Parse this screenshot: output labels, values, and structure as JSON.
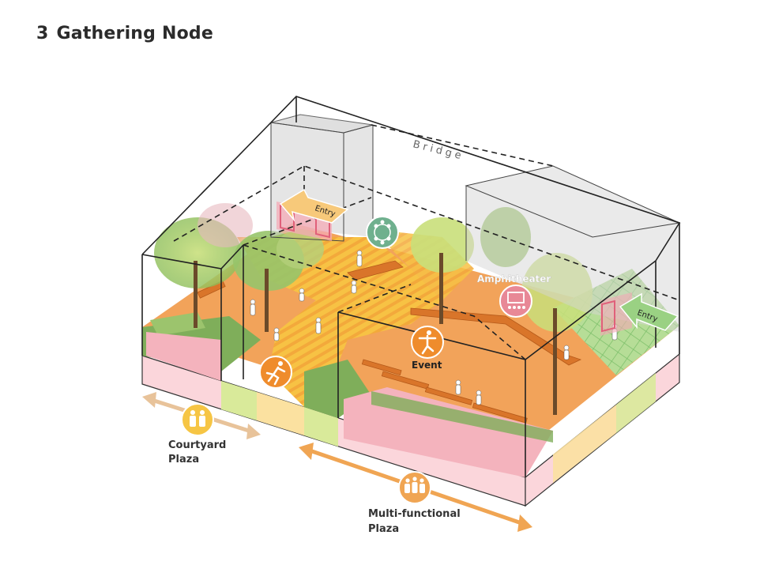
{
  "title": {
    "number": "3",
    "text": "Gathering Node"
  },
  "labels": {
    "bridge": "Bridge",
    "entry_left": "Entry",
    "entry_right": "Entry",
    "amphitheater": "Amphitheater",
    "event": "Event",
    "courtyard_line1": "Courtyard",
    "courtyard_line2": "Plaza",
    "multi_line1": "Multi-functional",
    "multi_line2": "Plaza"
  },
  "icons": {
    "gathering": "group-gathering-icon",
    "amphitheater": "amphitheater-icon",
    "event": "performer-event-icon",
    "running": "running-person-icon",
    "courtyard": "two-people-icon",
    "multi": "crowd-icon"
  },
  "colors": {
    "orange_plaza": "#f2a35a",
    "yellow_path": "#f7c244",
    "green_grid": "#a8d88a",
    "pink_base": "#f4b3bd",
    "pink_light": "#fbd6db",
    "icon_orange": "#ef8c2c",
    "icon_green": "#6fb08e",
    "icon_pink": "#e88896",
    "icon_yellow": "#f6c544",
    "arrow_tan": "#e8c39a",
    "arrow_orange": "#f0a553"
  }
}
